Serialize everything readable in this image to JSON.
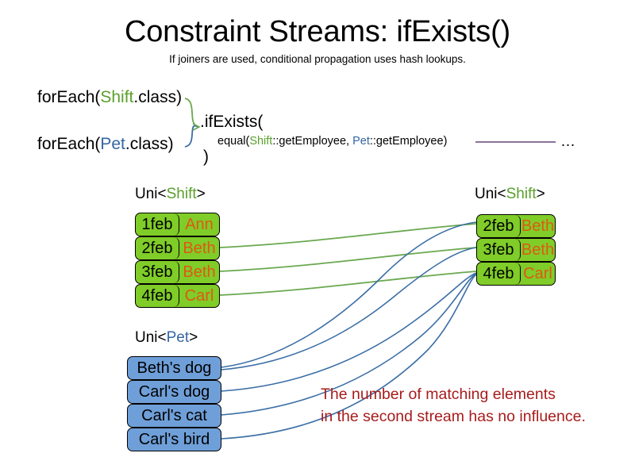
{
  "slide": {
    "title": "Constraint Streams: ifExists()",
    "subtitle": "If joiners are used, conditional propagation uses hash lookups."
  },
  "colors": {
    "shift_green": "#5aa02c",
    "pet_blue": "#3465a4",
    "box_green_fill": "#80cc28",
    "box_blue_fill": "#6f9fd8",
    "name_orange": "#dd5a14",
    "note_red": "#a81c1c",
    "wire_green": "#6aa84f",
    "wire_blue": "#3a6ea5",
    "joiner_line_purple": "#7b5e8c"
  },
  "code": {
    "foreach_shift": {
      "prefix": "forEach(",
      "type": "Shift",
      "suffix": ".class)"
    },
    "foreach_pet": {
      "prefix": "forEach(",
      "type": "Pet",
      "suffix": ".class)"
    },
    "if_exists": ".ifExists(",
    "equal": {
      "prefix": "equal(",
      "left_type": "Shift",
      "left_ref": "::getEmployee",
      "separator": ", ",
      "right_type": "Pet",
      "right_ref": "::getEmployee",
      "suffix": ")"
    },
    "close_paren": ")",
    "ellipsis": "…"
  },
  "streams": {
    "left_shift": {
      "label_prefix": "Uni<",
      "label_type": "Shift",
      "label_suffix": ">",
      "rows": [
        {
          "date": "1feb",
          "name": "Ann"
        },
        {
          "date": "2feb",
          "name": "Beth"
        },
        {
          "date": "3feb",
          "name": "Beth"
        },
        {
          "date": "4feb",
          "name": "Carl"
        }
      ]
    },
    "right_shift": {
      "label_prefix": "Uni<",
      "label_type": "Shift",
      "label_suffix": ">",
      "rows": [
        {
          "date": "2feb",
          "name": "Beth"
        },
        {
          "date": "3feb",
          "name": "Beth"
        },
        {
          "date": "4feb",
          "name": "Carl"
        }
      ]
    },
    "left_pet": {
      "label_prefix": "Uni<",
      "label_type": "Pet",
      "label_suffix": ">",
      "rows": [
        {
          "name": "Beth's dog"
        },
        {
          "name": "Carl's dog"
        },
        {
          "name": "Carl's cat"
        },
        {
          "name": "Carl's bird"
        }
      ]
    }
  },
  "note": "The number of matching elements\nin the second stream has no influence."
}
